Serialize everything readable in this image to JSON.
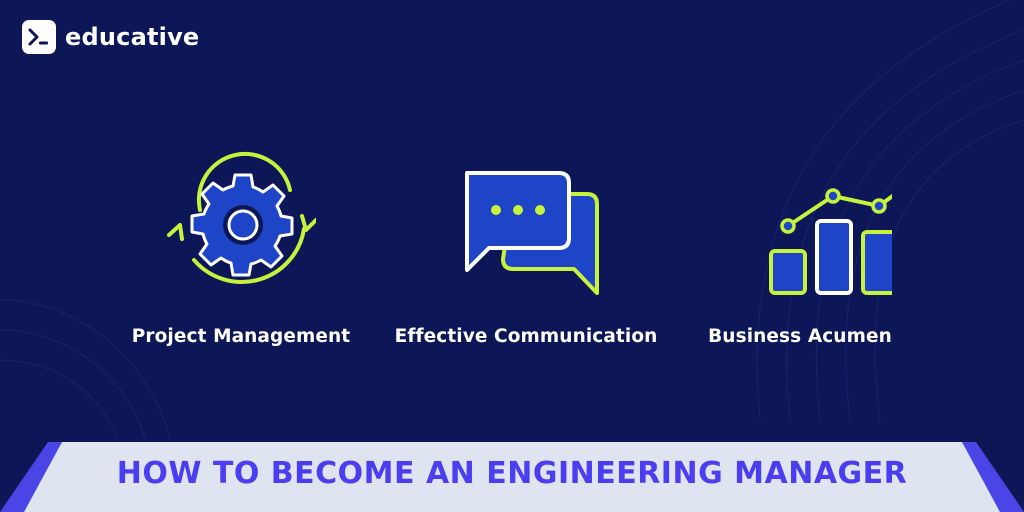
{
  "brand": {
    "name": "educative",
    "logo_icon": "terminal-prompt-icon"
  },
  "features": [
    {
      "label": "Project Management",
      "icon": "gear-cycle-icon"
    },
    {
      "label": "Effective Communication",
      "icon": "chat-bubbles-icon"
    },
    {
      "label": "Business Acumen",
      "icon": "bar-growth-chart-icon"
    }
  ],
  "banner": {
    "title": "HOW TO BECOME AN ENGINEERING MANAGER"
  },
  "colors": {
    "background": "#0d1757",
    "icon_blue": "#1e45c8",
    "accent_lime": "#c6f23b",
    "banner_bg": "#dfe4f1",
    "banner_text": "#4b3ef0",
    "banner_edge": "#4a45e6"
  }
}
